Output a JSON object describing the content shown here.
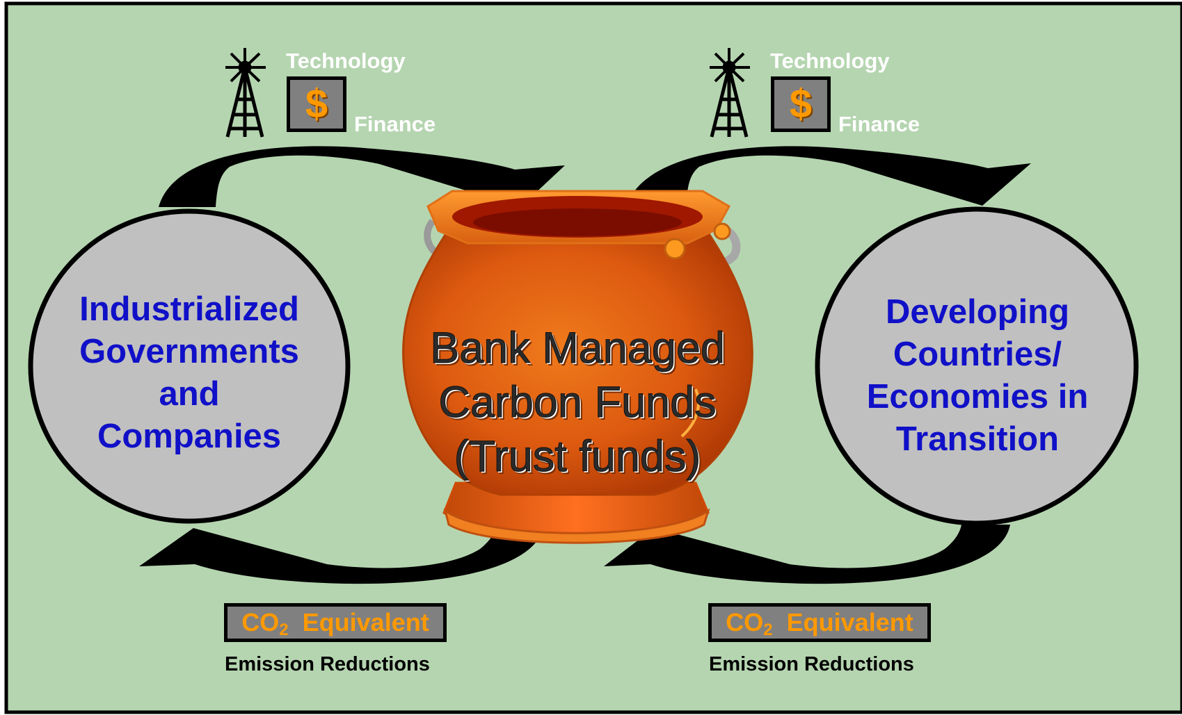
{
  "colors": {
    "background": "#b5d5b0",
    "circle_fill": "#c0c0c0",
    "circle_text": "#1010c8",
    "pot_orange": "#e06010",
    "label_orange": "#ff9900",
    "box_gray": "#808080"
  },
  "icons": [
    "windmill-icon",
    "dollar-icon"
  ],
  "left_top": {
    "technology": "Technology",
    "finance": "Finance",
    "dollar": "$"
  },
  "right_top": {
    "technology": "Technology",
    "finance": "Finance",
    "dollar": "$"
  },
  "left_circle": {
    "lines": [
      "Industrialized",
      "Governments",
      "and",
      "Companies"
    ]
  },
  "right_circle": {
    "lines": [
      "Developing",
      "Countries/",
      "Economies in",
      "Transition"
    ]
  },
  "pot": {
    "lines": [
      "Bank Managed",
      "Carbon Funds",
      "(Trust funds)"
    ]
  },
  "left_bottom": {
    "co2_main": "CO",
    "co2_sub": "2",
    "equivalent": "Equivalent",
    "caption": "Emission Reductions"
  },
  "right_bottom": {
    "co2_main": "CO",
    "co2_sub": "2",
    "equivalent": "Equivalent",
    "caption": "Emission Reductions"
  }
}
